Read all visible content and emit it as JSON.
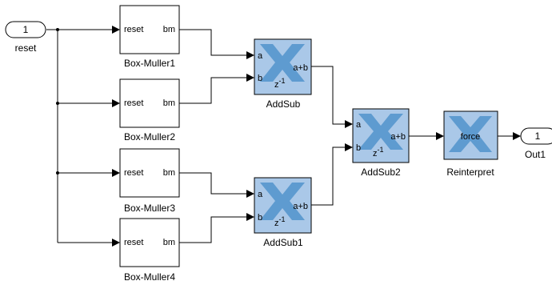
{
  "ports": {
    "in1": {
      "number": "1",
      "name": "reset"
    },
    "out1": {
      "number": "1",
      "name": "Out1"
    }
  },
  "box_muller": [
    {
      "name": "Box-Muller1",
      "in_port": "reset",
      "out_port": "bm"
    },
    {
      "name": "Box-Muller2",
      "in_port": "reset",
      "out_port": "bm"
    },
    {
      "name": "Box-Muller3",
      "in_port": "reset",
      "out_port": "bm"
    },
    {
      "name": "Box-Muller4",
      "in_port": "reset",
      "out_port": "bm"
    }
  ],
  "addsub": [
    {
      "name": "AddSub",
      "port_a": "a",
      "port_b": "b",
      "op": "a+b",
      "delay": "z",
      "delay_exp": "-1"
    },
    {
      "name": "AddSub1",
      "port_a": "a",
      "port_b": "b",
      "op": "a+b",
      "delay": "z",
      "delay_exp": "-1"
    },
    {
      "name": "AddSub2",
      "port_a": "a",
      "port_b": "b",
      "op": "a+b",
      "delay": "z",
      "delay_exp": "-1"
    }
  ],
  "reinterpret": {
    "name": "Reinterpret",
    "label": "force"
  },
  "colors": {
    "xilinx_block": "#aac8e8",
    "xilinx_logo": "#5e9bd0",
    "wire": "#000000"
  }
}
